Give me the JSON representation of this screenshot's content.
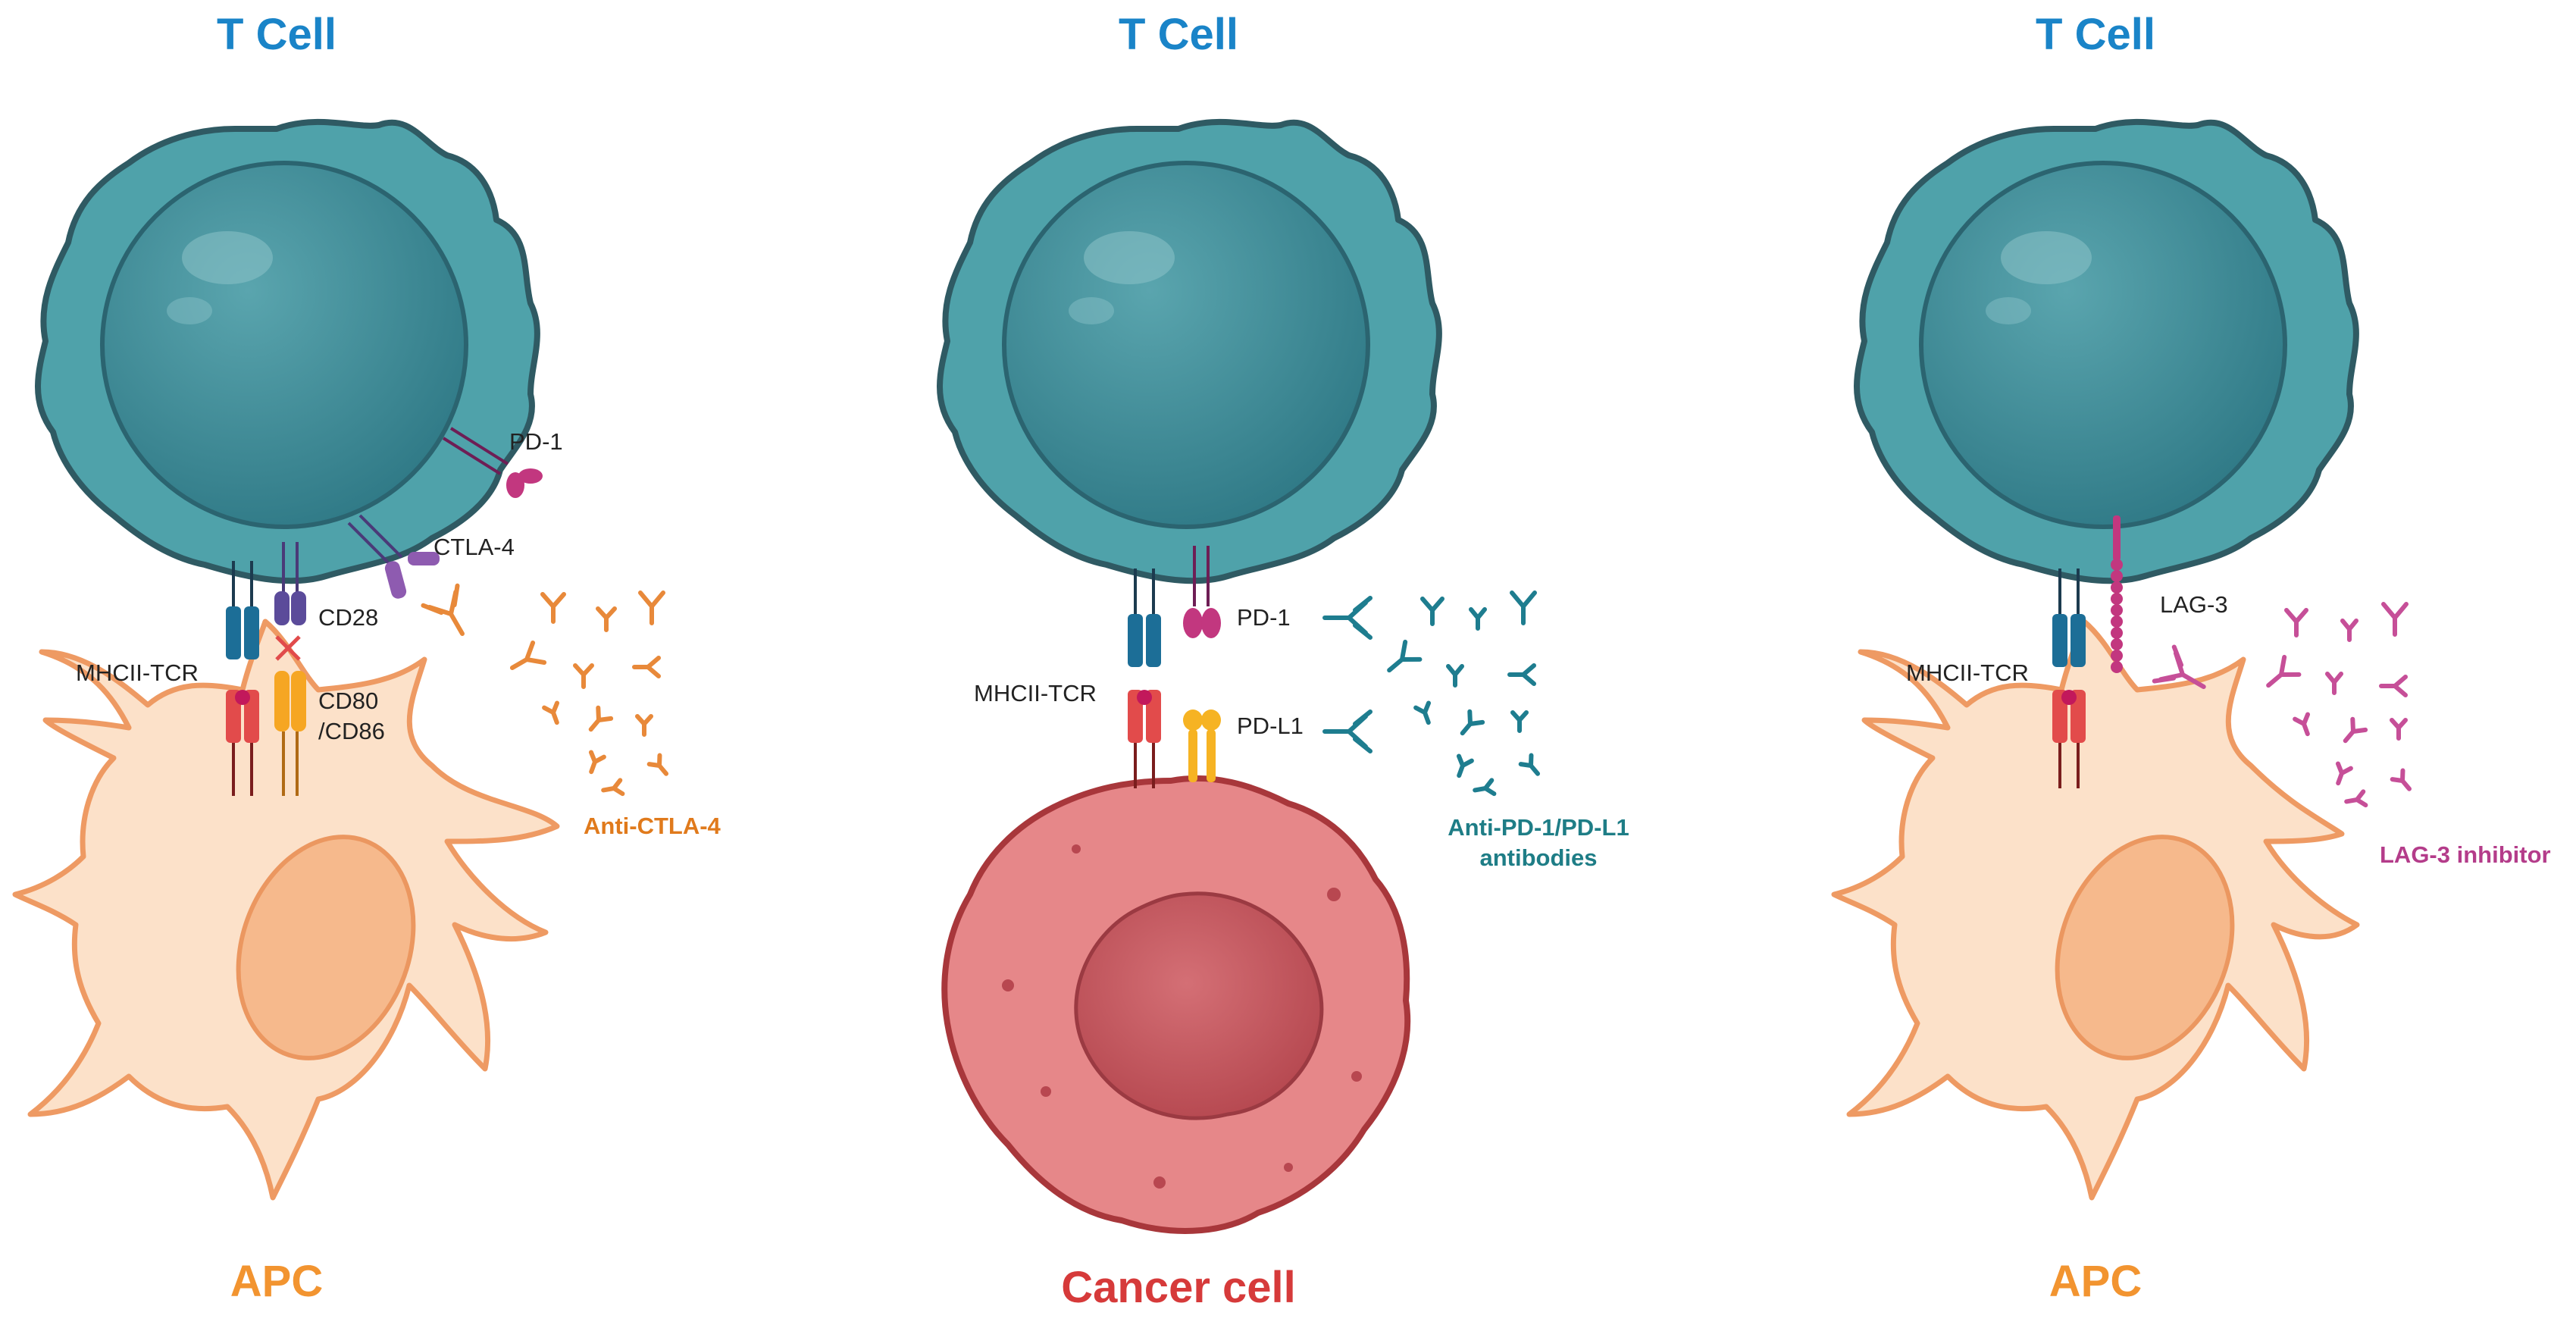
{
  "colors": {
    "tcell": "#4fa2aa",
    "tcell_outline": "#2f5a63",
    "nucleus": "#3e8a96",
    "apc": "#fce1c9",
    "apc_outline": "#ee9a63",
    "cancer": "#e68789",
    "cancer_outline": "#a8373b",
    "title_blue": "#1a84c8",
    "title_orange": "#f29430",
    "title_red": "#d63a3a",
    "ctla4_drug": "#e07a1c",
    "pd1_drug": "#1e7d86",
    "lag3_drug": "#b43c8a"
  },
  "panels": [
    {
      "id": "ctla4",
      "top_title": "T Cell",
      "bottom_title": "APC",
      "labels": {
        "pd1": "PD-1",
        "ctla4": "CTLA-4",
        "cd28": "CD28",
        "mhc_tcr": "MHCII-TCR",
        "cd80_line1": "CD80",
        "cd80_line2": "/CD86"
      },
      "drug": "Anti-CTLA-4"
    },
    {
      "id": "pd1",
      "top_title": "T Cell",
      "bottom_title": "Cancer cell",
      "labels": {
        "mhc_tcr": "MHCII-TCR",
        "pd1": "PD-1",
        "pdl1": "PD-L1"
      },
      "drug_line1": "Anti-PD-1/PD-L1",
      "drug_line2": "antibodies"
    },
    {
      "id": "lag3",
      "top_title": "T Cell",
      "bottom_title": "APC",
      "labels": {
        "lag3": "LAG-3",
        "mhc_tcr": "MHCII-TCR"
      },
      "drug": "LAG-3 inhibitor"
    }
  ]
}
